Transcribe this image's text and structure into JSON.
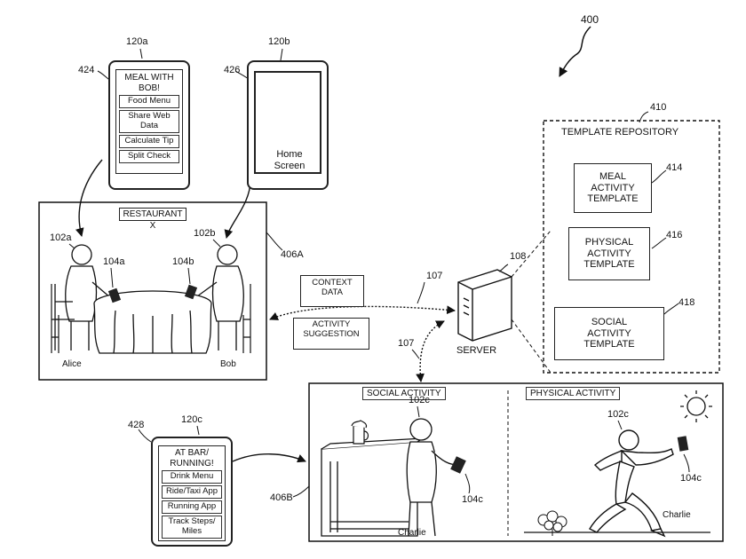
{
  "figure_number": "400",
  "device_a": {
    "ref": "120a",
    "screen_ref": "424",
    "title": "MEAL WITH BOB!",
    "items": [
      "Food Menu",
      "Share Web Data",
      "Calculate Tip",
      "Split Check"
    ]
  },
  "device_b": {
    "ref": "120b",
    "screen_ref": "426",
    "screen_label": "Home Screen"
  },
  "device_c": {
    "ref": "120c",
    "screen_ref": "428",
    "title": "AT BAR/ RUNNING!",
    "items": [
      "Drink Menu",
      "Ride/Taxi App",
      "Running App",
      "Track Steps/ Miles"
    ]
  },
  "restaurant": {
    "ref": "406A",
    "title": "RESTAURANT X",
    "person_a": {
      "ref": "102a",
      "device_ref": "104a",
      "name": "Alice"
    },
    "person_b": {
      "ref": "102b",
      "device_ref": "104b",
      "name": "Bob"
    }
  },
  "messages": {
    "context_data": "CONTEXT DATA",
    "activity_suggestion": "ACTIVITY SUGGESTION",
    "link_ref_top": "107",
    "link_ref_bottom": "107"
  },
  "server": {
    "ref": "108",
    "label": "SERVER"
  },
  "repository": {
    "ref": "410",
    "title": "TEMPLATE REPOSITORY",
    "templates": [
      {
        "ref": "414",
        "label": "MEAL ACTIVITY TEMPLATE"
      },
      {
        "ref": "416",
        "label": "PHYSICAL ACTIVITY TEMPLATE"
      },
      {
        "ref": "418",
        "label": "SOCIAL ACTIVITY TEMPLATE"
      }
    ]
  },
  "scene_b": {
    "ref": "406B",
    "social_title": "SOCIAL ACTIVITY",
    "physical_title": "PHYSICAL ACTIVITY",
    "social_person_ref": "102c",
    "social_device_ref": "104c",
    "social_person_name": "Charlie",
    "physical_person_ref": "102c",
    "physical_device_ref": "104c",
    "physical_person_name": "Charlie"
  }
}
